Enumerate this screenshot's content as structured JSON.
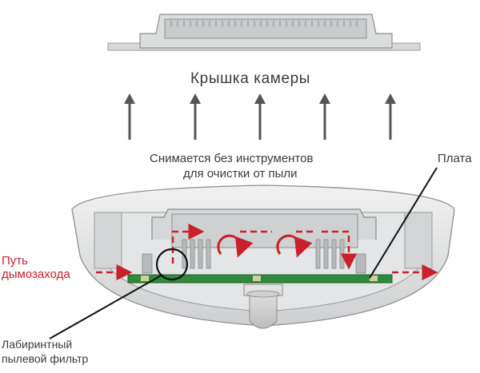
{
  "labels": {
    "cover": "Крышка камеры",
    "tool_free_1": "Снимается без инструментов",
    "tool_free_2": "для очистки от пыли",
    "board": "Плата",
    "smoke_path_1": "Путь",
    "smoke_path_2": "дымозахода",
    "labyrinth_1": "Лабиринтный",
    "labyrinth_2": "пылевой фильтр"
  },
  "colors": {
    "smoke_red": "#c9202a",
    "board_green": "#2f8a3c",
    "housing_gray": "#d9dadb",
    "arrow_gray": "#555555",
    "text": "#3a3a3a"
  },
  "icons": {
    "cover": "chamber-cover-icon",
    "base": "detector-base-icon",
    "lift_arrows": "up-arrow-icon",
    "flow": "swirl-arrow-icon"
  }
}
